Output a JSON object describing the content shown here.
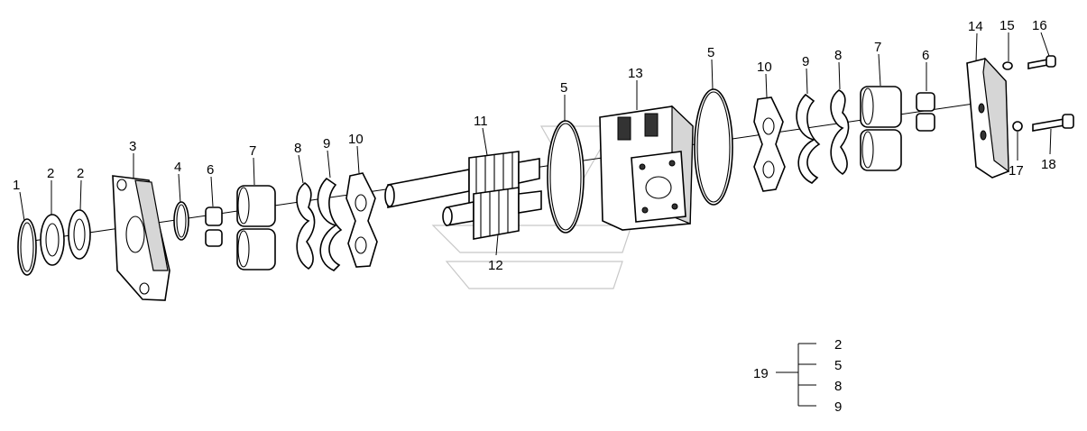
{
  "callouts": [
    "1",
    "2",
    "2",
    "3",
    "4",
    "6",
    "7",
    "8",
    "9",
    "10",
    "11",
    "12",
    "5",
    "13",
    "5",
    "10",
    "9",
    "8",
    "7",
    "6",
    "14",
    "15",
    "16",
    "17",
    "18"
  ],
  "legend": {
    "group": "19",
    "items": [
      "2",
      "5",
      "8",
      "9"
    ]
  }
}
